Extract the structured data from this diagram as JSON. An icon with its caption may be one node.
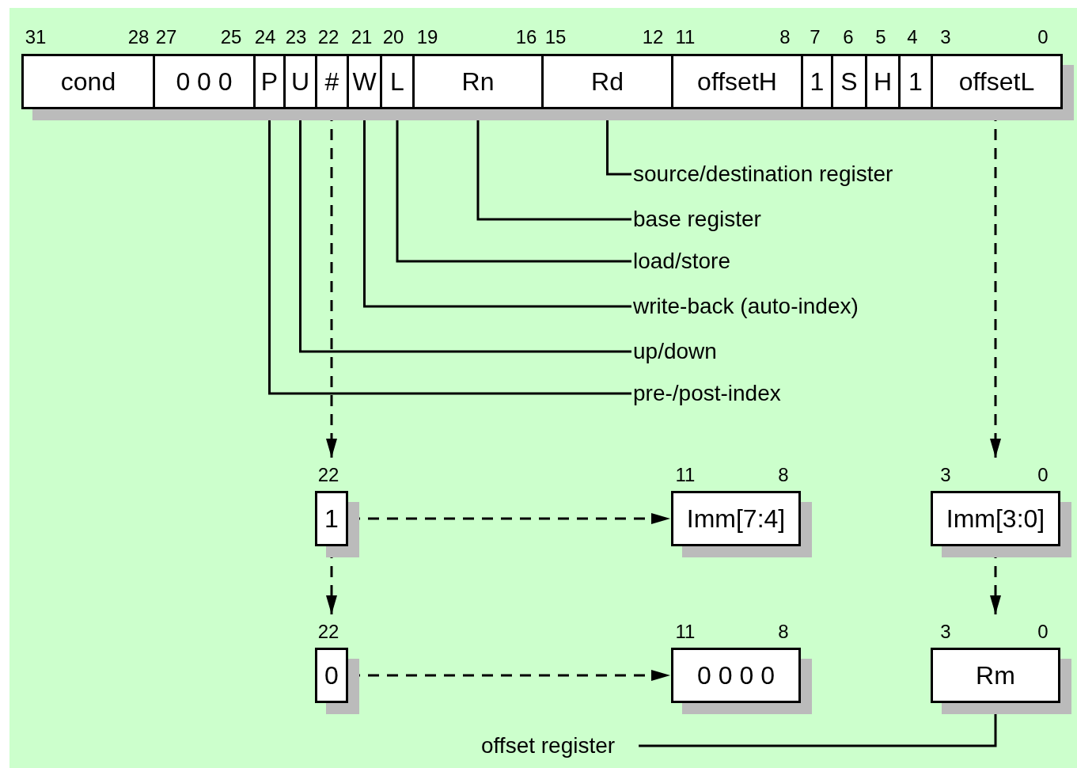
{
  "diagram": {
    "nodes": [
      {
        "text": [
          "cond"
        ]
      },
      {
        "text": [
          "0 0 0"
        ]
      },
      {
        "text": [
          "P"
        ]
      },
      {
        "text": [
          "U"
        ]
      },
      {
        "text": [
          "#"
        ]
      },
      {
        "text": [
          "W"
        ]
      },
      {
        "text": [
          "L"
        ]
      },
      {
        "text": [
          "Rn"
        ]
      },
      {
        "text": [
          "Rd"
        ]
      },
      {
        "text": [
          "offsetH"
        ]
      },
      {
        "text": [
          "1"
        ]
      },
      {
        "text": [
          "S"
        ]
      },
      {
        "text": [
          "H"
        ]
      },
      {
        "text": [
          "1"
        ]
      },
      {
        "text": [
          "offsetL"
        ]
      },
      {
        "text": [
          "source/destination register"
        ]
      },
      {
        "text": [
          "base register"
        ]
      },
      {
        "text": [
          "load/store"
        ]
      },
      {
        "text": [
          "write-back (auto-index)"
        ]
      },
      {
        "text": [
          "up/down"
        ]
      },
      {
        "text": [
          "pre-/post-index"
        ]
      },
      {
        "text": [
          "1"
        ]
      },
      {
        "text": [
          "Imm[7:4]"
        ]
      },
      {
        "text": [
          "Imm[3:0]"
        ]
      },
      {
        "text": [
          "0"
        ]
      },
      {
        "text": [
          "0 0 0 0"
        ]
      },
      {
        "text": [
          "Rm"
        ]
      },
      {
        "text": [
          "offset register"
        ]
      }
    ],
    "edges": [
      {
        "from": 15,
        "to": 8,
        "arrow": "none"
      },
      {
        "from": 16,
        "to": 7,
        "arrow": "none"
      },
      {
        "from": 17,
        "to": 6,
        "arrow": "none"
      },
      {
        "from": 18,
        "to": 5,
        "arrow": "none"
      },
      {
        "from": 19,
        "to": 3,
        "arrow": "none"
      },
      {
        "from": 20,
        "to": 2,
        "arrow": "none"
      },
      {
        "from": 4,
        "to": 21,
        "arrow": "to",
        "style": "dashed"
      },
      {
        "from": 14,
        "to": 23,
        "arrow": "to",
        "style": "dashed"
      },
      {
        "from": 21,
        "to": 22,
        "arrow": "to",
        "style": "dashed"
      },
      {
        "from": 21,
        "to": 24,
        "arrow": "to",
        "style": "dashed"
      },
      {
        "from": 24,
        "to": 25,
        "arrow": "to",
        "style": "dashed"
      },
      {
        "from": 23,
        "to": 26,
        "arrow": "to",
        "style": "dashed"
      },
      {
        "from": 27,
        "to": 26,
        "arrow": "none"
      }
    ],
    "labels": [
      "31",
      "28",
      "27",
      "25",
      "24",
      "23",
      "22",
      "21",
      "20",
      "19",
      "16",
      "15",
      "12",
      "11",
      "8",
      "7",
      "6",
      "5",
      "4",
      "3",
      "0",
      "22",
      "11",
      "8",
      "3",
      "0",
      "22",
      "11",
      "8",
      "3",
      "0"
    ]
  }
}
